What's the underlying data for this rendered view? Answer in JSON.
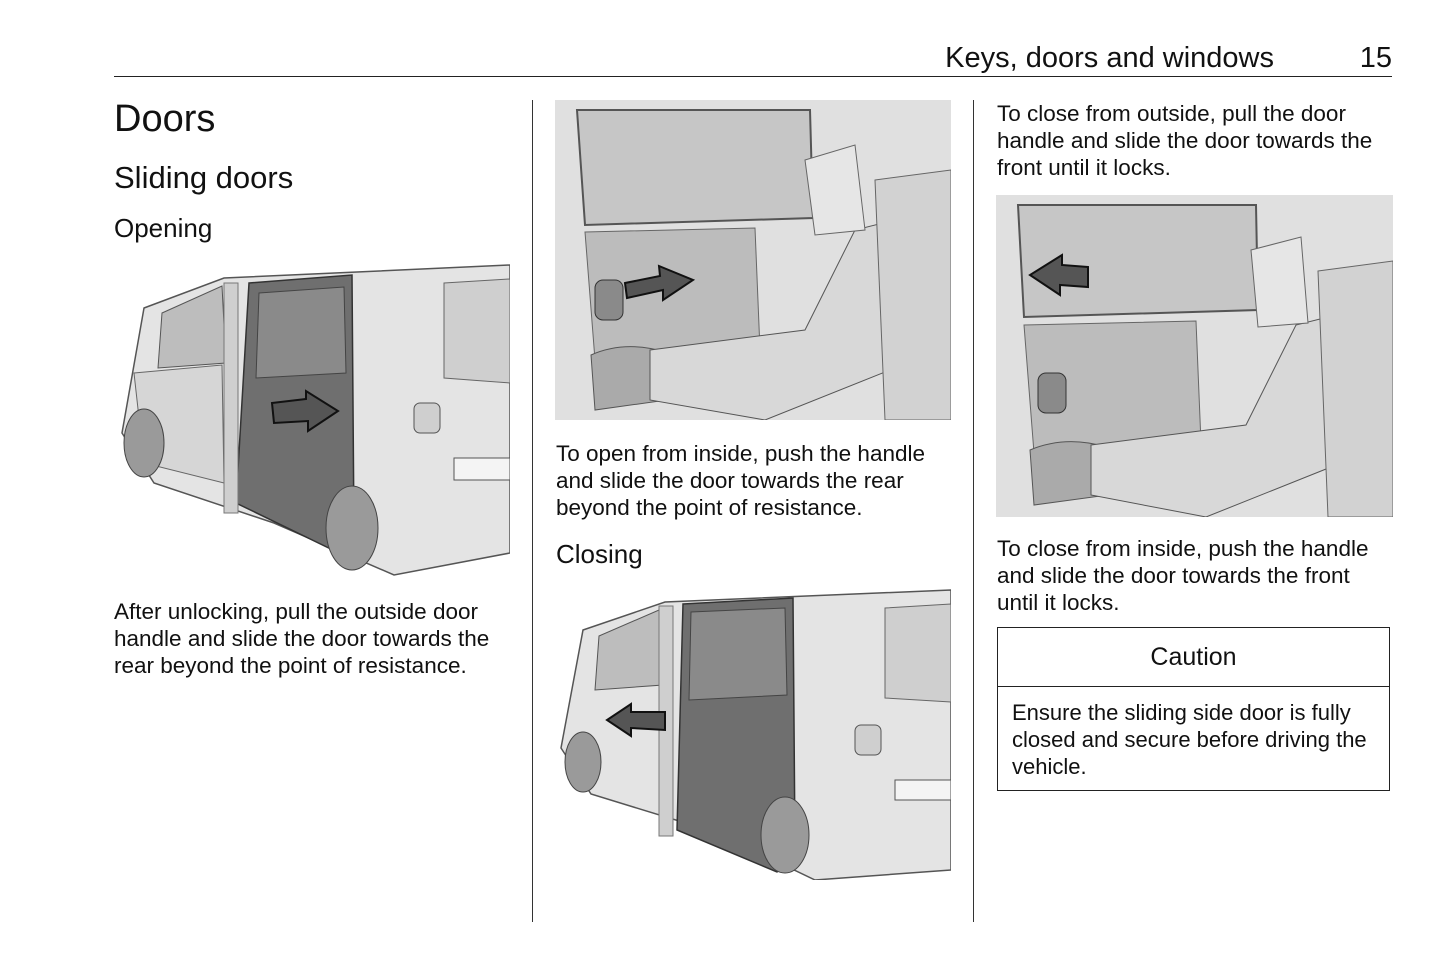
{
  "header": {
    "section": "Keys, doors and windows",
    "page_number": "15"
  },
  "headings": {
    "chapter": "Doors",
    "section": "Sliding doors",
    "opening": "Opening",
    "closing": "Closing"
  },
  "paragraphs": {
    "opening_outside": "After unlocking, pull the outside door handle and slide the door towards the rear beyond the point of resistance.",
    "opening_inside": "To open from inside, push the handle and slide the door towards the rear beyond the point of resistance.",
    "closing_outside": "To close from outside, pull the door handle and slide the door towards the front until it locks.",
    "closing_inside": "To close from inside, push the handle and slide the door towards the front until it locks."
  },
  "caution": {
    "title": "Caution",
    "text": "Ensure the sliding side door is fully closed and secure before driving the vehicle."
  },
  "figures": {
    "van_opening": "van-sliding-door-opening",
    "interior_opening": "interior-handle-push-rear",
    "van_closing": "van-sliding-door-closing",
    "interior_closing": "interior-handle-push-front"
  }
}
